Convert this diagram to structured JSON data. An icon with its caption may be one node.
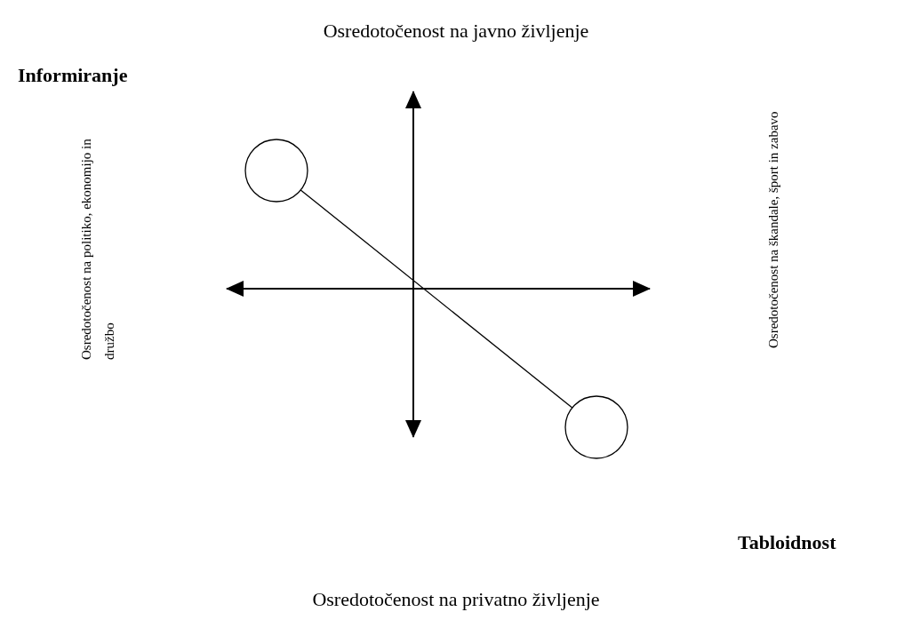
{
  "diagram": {
    "nodes": [
      {
        "text": [],
        "shape": "circle"
      },
      {
        "text": [],
        "shape": "circle"
      }
    ],
    "edges": [
      {
        "from": 0,
        "to": 1,
        "arrow": "none"
      }
    ],
    "labels": [
      "Osredotočenost na javno življenje",
      "Informiranje",
      "Osredotočenost na politiko, ekonomijo in družbo",
      "Osredotočenost na škandale, šport in zabavo",
      "Tabloidnost",
      "Osredotočenost na privatno življenje"
    ]
  }
}
